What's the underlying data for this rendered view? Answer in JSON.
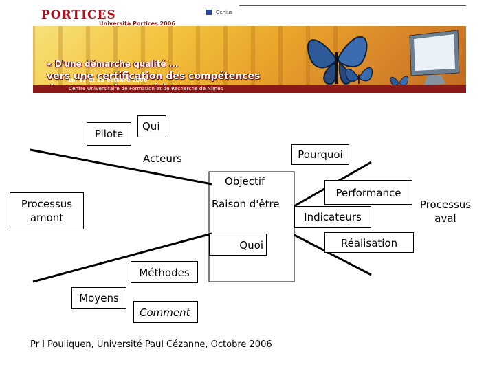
{
  "banner": {
    "brand": "PORTICES",
    "brand_sub": "Università Portices 2006",
    "top_button": "Genius",
    "slogan_line1": "« D'une démarche qualité ...",
    "slogan_line2": "vers une certification des compétences",
    "slogan_line3": "des usages du numérique »",
    "date": "16, 17 et 15 octobre 2006",
    "venue": "Centre Universitaire de Formation et de Recherche de Nîmes",
    "colors": {
      "brand": "#b1121e",
      "footer_bar": "#8a1a18",
      "gradient_start": "#f7e27a",
      "gradient_end": "#c06a20"
    },
    "icons": [
      "butterfly-icon",
      "monitor-icon"
    ]
  },
  "diagram": {
    "pilote": "Pilote",
    "qui": "Qui",
    "acteurs": "Acteurs",
    "pourquoi": "Pourquoi",
    "objectif": "Objectif",
    "raison_detre": "Raison d'être",
    "quoi": "Quoi",
    "processus_amont": "Processus amont",
    "performance": "Performance",
    "indicateurs": "Indicateurs",
    "realisation": "Réalisation",
    "processus_aval": "Processus aval",
    "methodes": "Méthodes",
    "moyens": "Moyens",
    "comment": "Comment"
  },
  "footer": "Pr I Pouliquen, Université Paul Cézanne, Octobre 2006"
}
